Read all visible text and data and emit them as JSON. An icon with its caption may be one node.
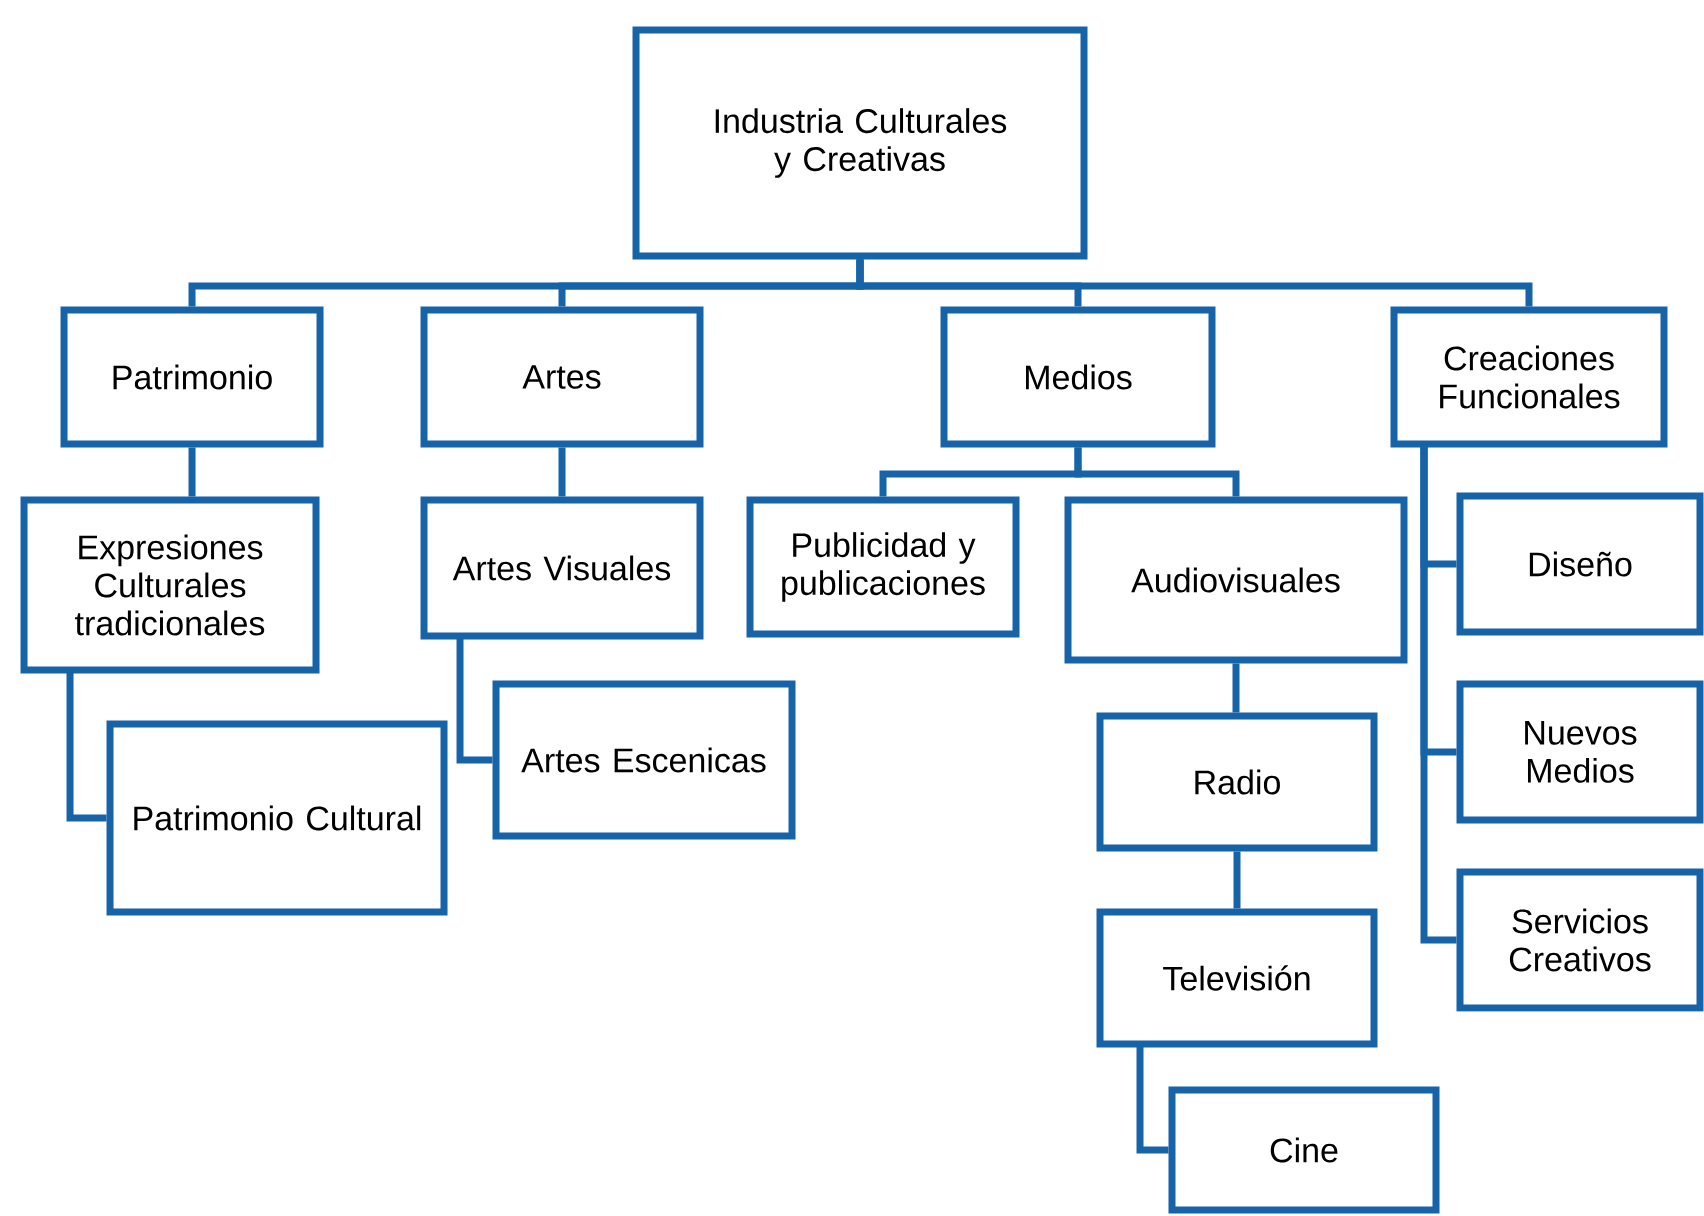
{
  "diagram": {
    "nodes": [
      {
        "text": [
          "Industria Culturales y Creativas"
        ]
      },
      {
        "text": [
          "Patrimonio"
        ]
      },
      {
        "text": [
          "Artes"
        ]
      },
      {
        "text": [
          "Medios"
        ]
      },
      {
        "text": [
          "Creaciones Funcionales"
        ]
      },
      {
        "text": [
          "Expresiones Culturales tradicionales"
        ]
      },
      {
        "text": [
          "Patrimonio Cultural"
        ]
      },
      {
        "text": [
          "Artes Visuales"
        ]
      },
      {
        "text": [
          "Artes Escenicas"
        ]
      },
      {
        "text": [
          "Publicidad y publicaciones"
        ]
      },
      {
        "text": [
          "Audiovisuales"
        ]
      },
      {
        "text": [
          "Diseño"
        ]
      },
      {
        "text": [
          "Nuevos Medios"
        ]
      },
      {
        "text": [
          "Servicios Creativos"
        ]
      },
      {
        "text": [
          "Radio"
        ]
      },
      {
        "text": [
          "Televisión"
        ]
      },
      {
        "text": [
          "Cine"
        ]
      }
    ],
    "edges": [
      {
        "from": 0,
        "to": 1,
        "arrow": "none"
      },
      {
        "from": 0,
        "to": 2,
        "arrow": "none"
      },
      {
        "from": 0,
        "to": 3,
        "arrow": "none"
      },
      {
        "from": 0,
        "to": 4,
        "arrow": "none"
      },
      {
        "from": 1,
        "to": 5,
        "arrow": "none"
      },
      {
        "from": 5,
        "to": 6,
        "arrow": "none"
      },
      {
        "from": 2,
        "to": 7,
        "arrow": "none"
      },
      {
        "from": 7,
        "to": 8,
        "arrow": "none"
      },
      {
        "from": 3,
        "to": 9,
        "arrow": "none"
      },
      {
        "from": 3,
        "to": 10,
        "arrow": "none"
      },
      {
        "from": 4,
        "to": 11,
        "arrow": "none"
      },
      {
        "from": 4,
        "to": 12,
        "arrow": "none"
      },
      {
        "from": 4,
        "to": 13,
        "arrow": "none"
      },
      {
        "from": 10,
        "to": 14,
        "arrow": "none"
      },
      {
        "from": 14,
        "to": 15,
        "arrow": "none"
      },
      {
        "from": 15,
        "to": 16,
        "arrow": "none"
      }
    ]
  }
}
